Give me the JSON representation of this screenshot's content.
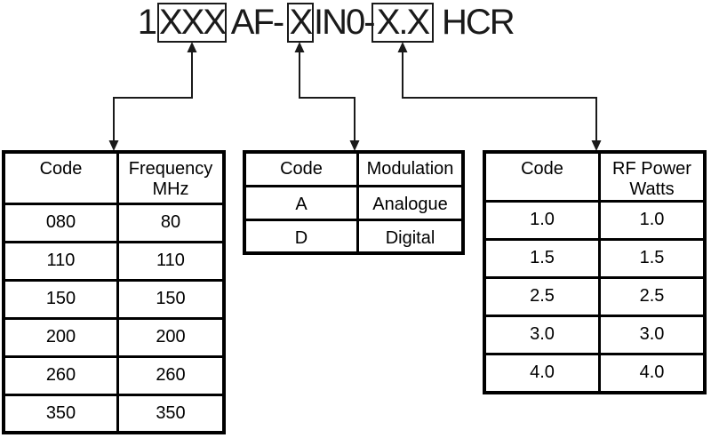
{
  "title": {
    "prefix": "1",
    "frequency_code_placeholder": "XXX",
    "segment_af": "AF-",
    "segment_in0": "IN0-",
    "modulation_code_placeholder": "X",
    "power_code_placeholder": "X.X",
    "suffix": "HCR"
  },
  "tables": {
    "frequency": {
      "headers": [
        "Code",
        "Frequency\nMHz"
      ],
      "rows": [
        [
          "080",
          "80"
        ],
        [
          "110",
          "110"
        ],
        [
          "150",
          "150"
        ],
        [
          "200",
          "200"
        ],
        [
          "260",
          "260"
        ],
        [
          "350",
          "350"
        ]
      ]
    },
    "modulation": {
      "headers": [
        "Code",
        "Modulation"
      ],
      "rows": [
        [
          "A",
          "Analogue"
        ],
        [
          "D",
          "Digital"
        ]
      ]
    },
    "rf_power": {
      "headers": [
        "Code",
        "RF Power\nWatts"
      ],
      "rows": [
        [
          "1.0",
          "1.0"
        ],
        [
          "1.5",
          "1.5"
        ],
        [
          "2.5",
          "2.5"
        ],
        [
          "3.0",
          "3.0"
        ],
        [
          "4.0",
          "4.0"
        ]
      ]
    }
  },
  "colors": {
    "ink": "#000000",
    "background": "#ffffff"
  }
}
